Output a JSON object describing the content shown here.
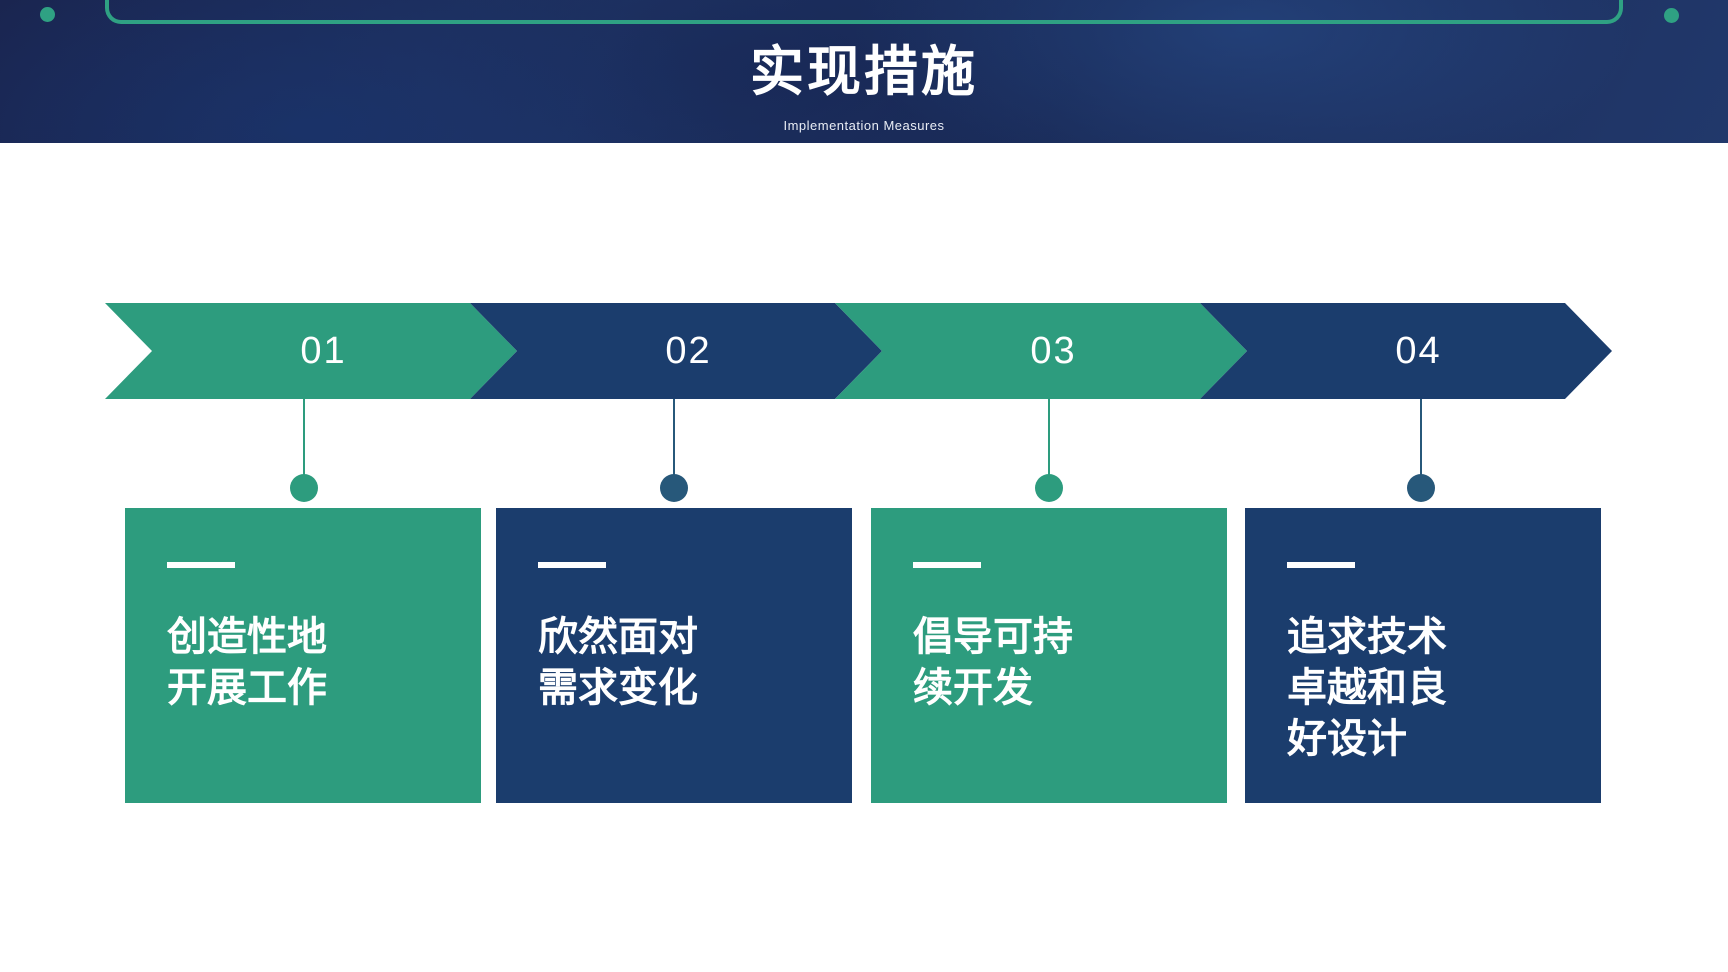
{
  "header": {
    "title": "实现措施",
    "subtitle": "Implementation Measures",
    "accent": "#2fa183"
  },
  "colors": {
    "green": "#2d9c7e",
    "navy": "#1b3d6d",
    "steel": "#27587a",
    "text": "#ffffff"
  },
  "steps": [
    {
      "number": "01",
      "chevron_color": "#2d9c7e",
      "dot_color": "#2d9c7e",
      "card_color": "#2d9c7e",
      "lines": [
        "创造性地",
        "开展工作"
      ]
    },
    {
      "number": "02",
      "chevron_color": "#1b3d6d",
      "dot_color": "#27587a",
      "card_color": "#1b3d6d",
      "lines": [
        "欣然面对",
        "需求变化"
      ]
    },
    {
      "number": "03",
      "chevron_color": "#2d9c7e",
      "dot_color": "#2d9c7e",
      "card_color": "#2d9c7e",
      "lines": [
        "倡导可持",
        "续开发"
      ]
    },
    {
      "number": "04",
      "chevron_color": "#1b3d6d",
      "dot_color": "#27587a",
      "card_color": "#1b3d6d",
      "lines": [
        "追求技术",
        "卓越和良",
        "好设计"
      ]
    }
  ]
}
